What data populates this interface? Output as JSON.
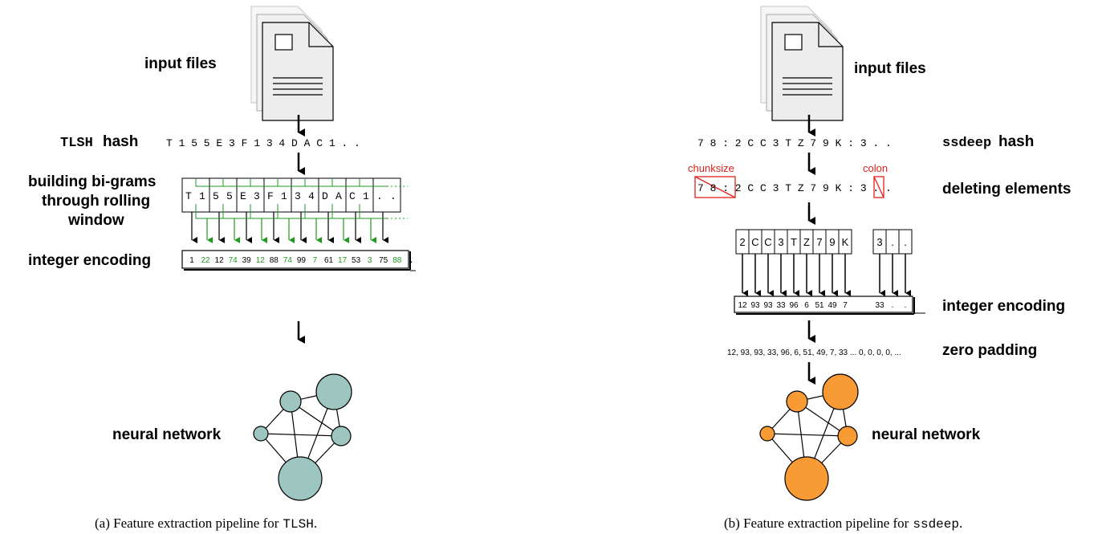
{
  "left": {
    "input_files": "input files",
    "hash_name": "TLSH",
    "hash_word": "hash",
    "hash_value": "T 1 5 5 E 3 F 1 3 4 D A C 1 . .",
    "bigram_line1": "building bi-grams",
    "bigram_line2": "through rolling",
    "bigram_line3": "window",
    "bigram_chars": [
      "T",
      "1",
      "5",
      "5",
      "E",
      "3",
      "F",
      "1",
      "3",
      "4",
      "D",
      "A",
      "C",
      "1",
      ".",
      "."
    ],
    "integer_encoding": "integer encoding",
    "codes": [
      "1",
      "22",
      "12",
      "74",
      "39",
      "12",
      "88",
      "74",
      "99",
      "7",
      "61",
      "17",
      "53",
      "3",
      "75",
      "88"
    ],
    "neural_network": "neural network",
    "caption_prefix": "(a) Feature extraction pipeline for",
    "caption_code": "TLSH",
    "caption_suffix": "."
  },
  "right": {
    "input_files": "input files",
    "hash_value": "7 8 : 2 C C 3 T Z 7 9 K : 3 . .",
    "hash_name": "ssdeep",
    "hash_word": "hash",
    "chunksize": "chunksize",
    "colon": "colon",
    "deleting_elements": "deleting elements",
    "cells": [
      "2",
      "C",
      "C",
      "3",
      "T",
      "Z",
      "7",
      "9",
      "K",
      "3",
      ".",
      "."
    ],
    "codes": [
      "12",
      "93",
      "93",
      "33",
      "96",
      "6",
      "51",
      "49",
      "7",
      "33",
      ".",
      "."
    ],
    "integer_encoding": "integer encoding",
    "padding_value": "12, 93, 93, 33, 96, 6, 51, 49, 7, 33 ... 0, 0, 0, 0, ...",
    "zero_padding": "zero padding",
    "neural_network": "neural network",
    "caption_prefix": "(b) Feature extraction pipeline for",
    "caption_code": "ssdeep",
    "caption_suffix": "."
  },
  "colors": {
    "green": "#1f9a1f",
    "teal_node": "#9cc6bf",
    "orange_node": "#f89b35",
    "red": "#e0201b"
  }
}
